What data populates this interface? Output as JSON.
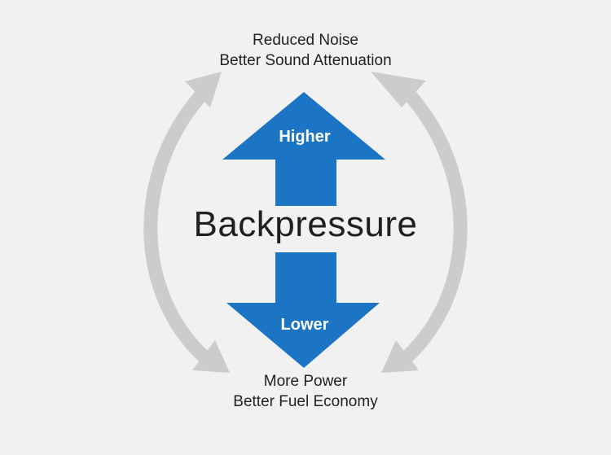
{
  "top_outcome": {
    "line1": "Reduced Noise",
    "line2": "Better Sound Attenuation"
  },
  "bottom_outcome": {
    "line1": "More Power",
    "line2": "Better Fuel Economy"
  },
  "center_label": "Backpressure",
  "up_arrow_label": "Higher",
  "down_arrow_label": "Lower",
  "colors": {
    "background": "#f1f1f1",
    "arrow_blue": "#1b74c4",
    "cycle_gray": "#cccccc",
    "text": "#222222"
  }
}
